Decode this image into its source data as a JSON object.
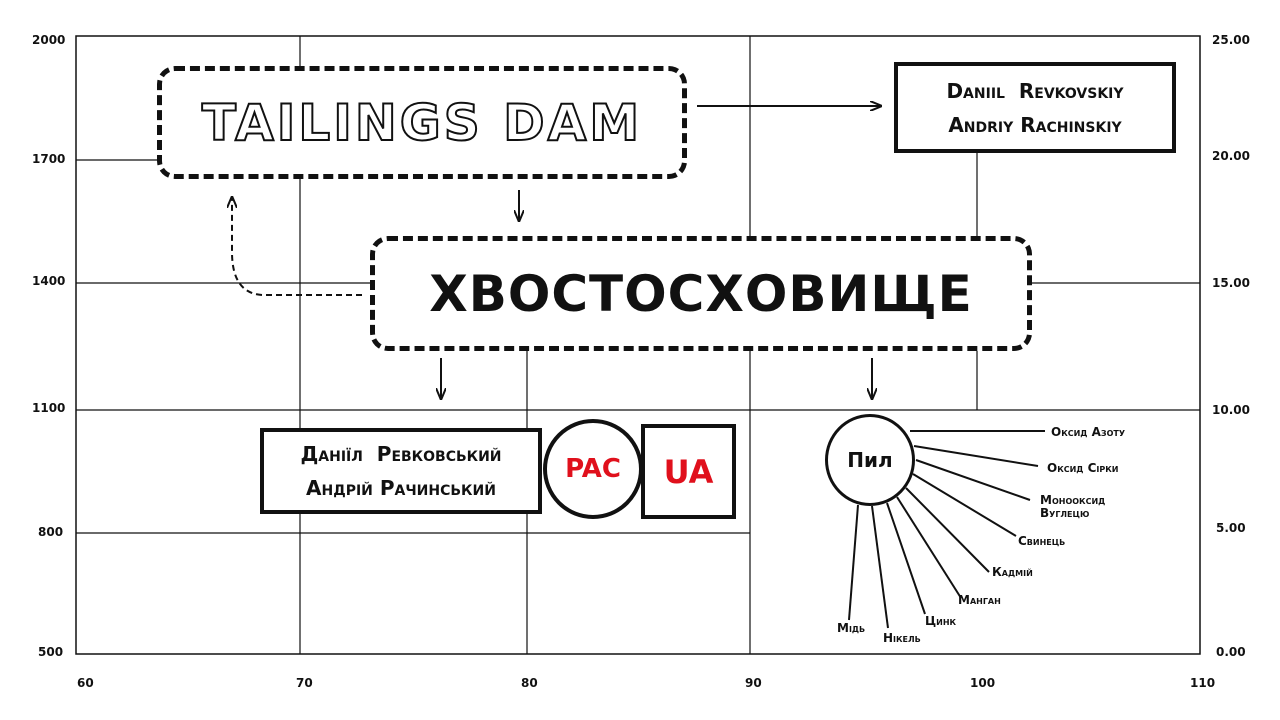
{
  "axes": {
    "left_ticks": [
      "2000",
      "1700",
      "1400",
      "1100",
      "800",
      "500"
    ],
    "right_ticks": [
      "25.00",
      "20.00",
      "15.00",
      "10.00",
      "5.00",
      "0.00"
    ],
    "bottom_ticks": [
      "60",
      "70",
      "80",
      "90",
      "100",
      "110"
    ]
  },
  "title_en": "TAILINGS DAM",
  "title_ua": "ХВОСТОСХОВИЩЕ",
  "authors_en": [
    "Daniil  Revkovskiy",
    "Andriy Rachinskiy"
  ],
  "authors_ua": [
    "Даніїл  Ревковський",
    "Андрій Рачинський"
  ],
  "logo": {
    "pac": "PAC",
    "ua": "UA",
    "accent_color": "#e0101c"
  },
  "dust": {
    "label": "Пил",
    "pollutants": [
      "Оксид Азоту",
      "Оксид Сірки",
      "Монооксид Вуглецю",
      "Свинець",
      "Кадмій",
      "Манган",
      "Цинк",
      "Нікель",
      "Мідь"
    ]
  }
}
